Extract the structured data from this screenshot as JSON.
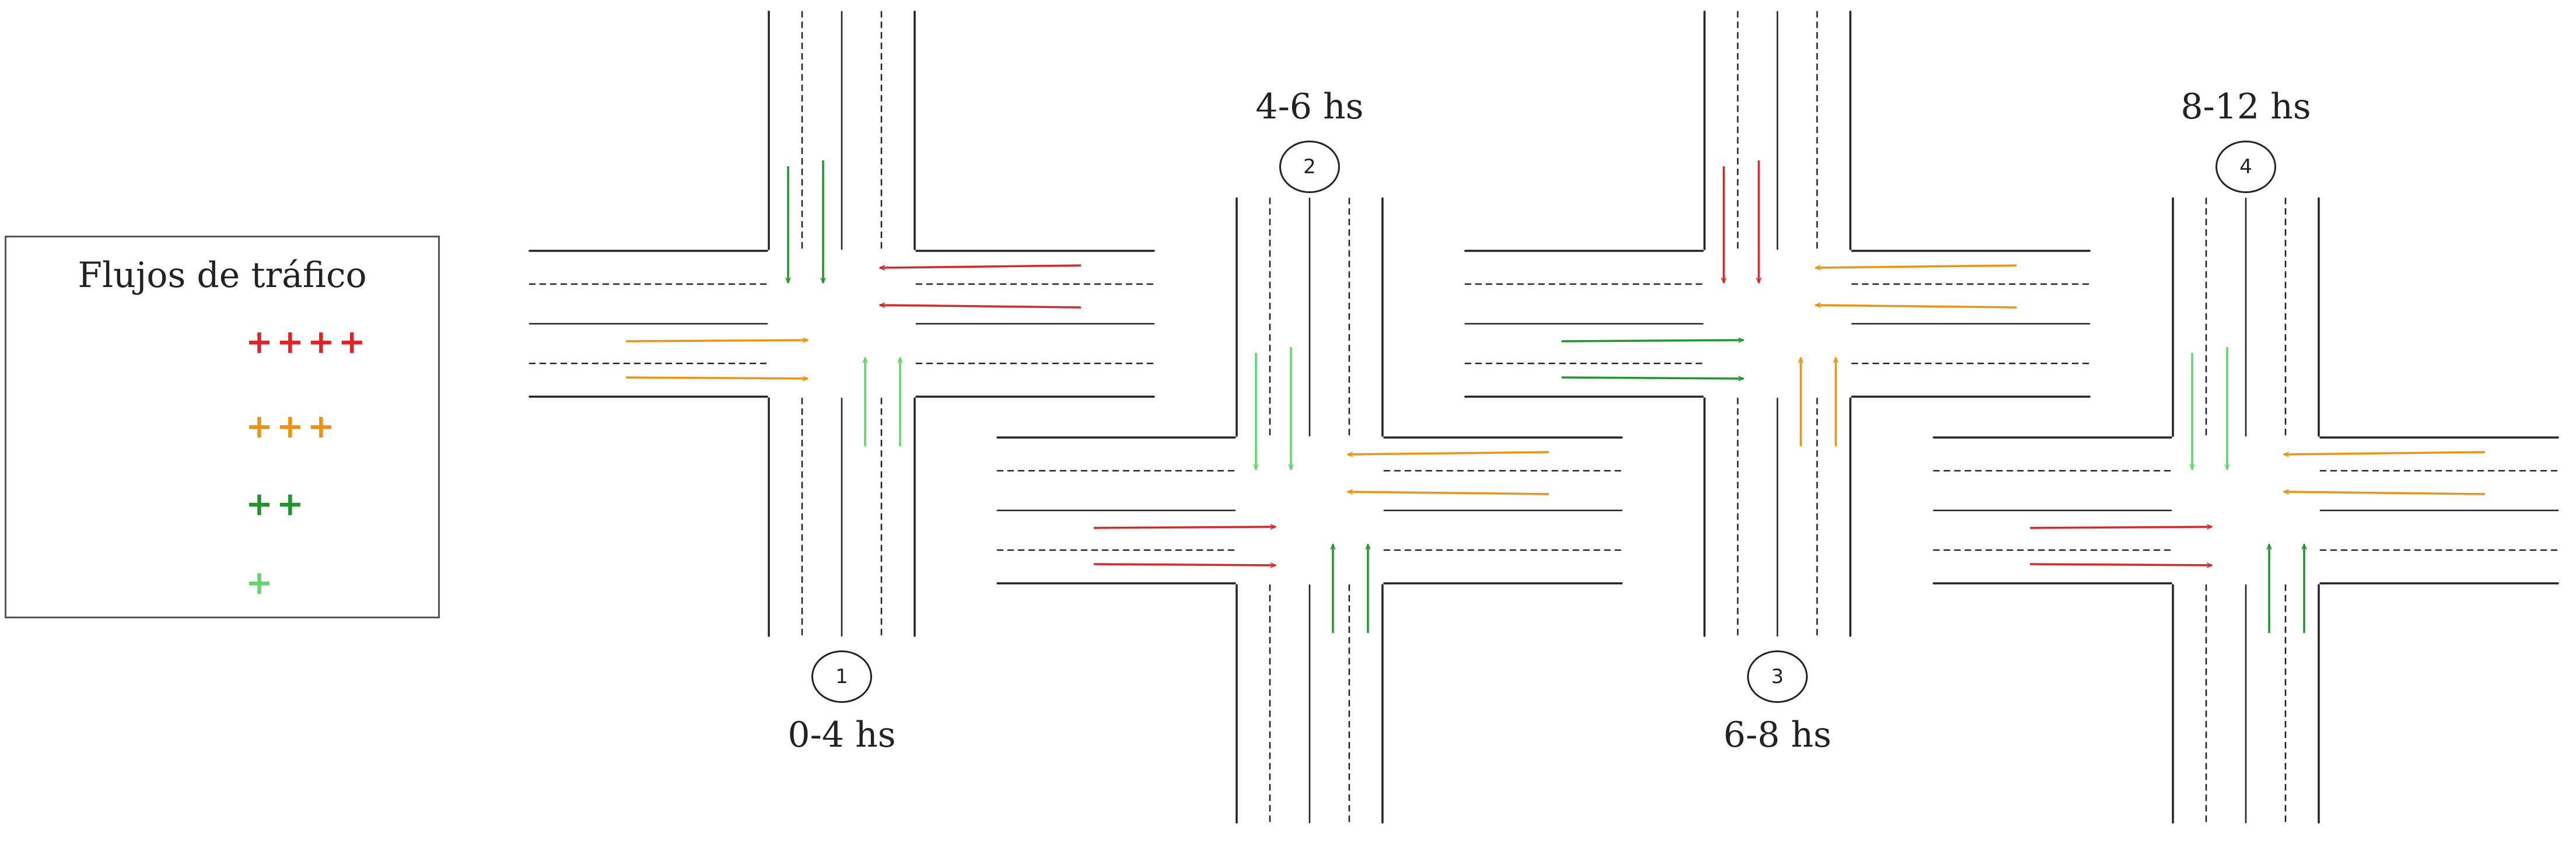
{
  "legend": {
    "title": "Flujos de tráfico",
    "items": [
      {
        "flow": "red",
        "plus": "++++"
      },
      {
        "flow": "orange",
        "plus": "+++"
      },
      {
        "flow": "green",
        "plus": "++"
      },
      {
        "flow": "light",
        "plus": "+"
      }
    ]
  },
  "colors": {
    "red": "#d9262b",
    "orange": "#ee9210",
    "green": "#20952e",
    "light": "#5fd76a",
    "road": "#222222"
  },
  "phases": [
    {
      "number": "1",
      "time": "0-4 hs",
      "flows": {
        "north": "green",
        "south": "light",
        "west": "orange",
        "east": "red"
      }
    },
    {
      "number": "2",
      "time": "4-6 hs",
      "flows": {
        "north": "light",
        "south": "green",
        "west": "red",
        "east": "orange"
      }
    },
    {
      "number": "3",
      "time": "6-8 hs",
      "flows": {
        "north": "red",
        "south": "orange",
        "west": "green",
        "east": "orange"
      }
    },
    {
      "number": "4",
      "time": "8-12 hs",
      "flows": {
        "north": "light",
        "south": "green",
        "west": "red",
        "east": "orange"
      }
    }
  ]
}
